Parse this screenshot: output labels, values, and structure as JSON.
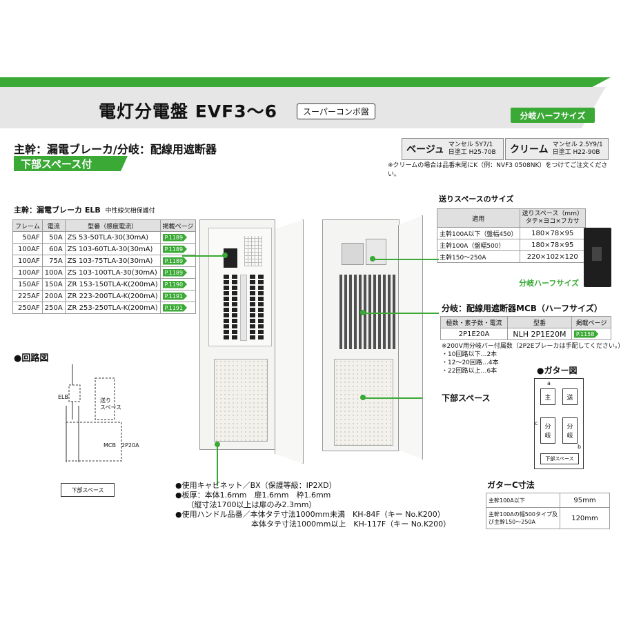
{
  "header": {
    "title": "電灯分電盤 EVF3〜6",
    "title_tag": "スーパーコンボ盤",
    "half_badge": "分岐ハーフサイズ",
    "subtitle": "主幹：漏電ブレーカ/分岐：配線用遮断器",
    "bottom_space_badge": "下部スペース付"
  },
  "colors": {
    "brand_green": "#3aa935",
    "beige": {
      "name": "ベージュ",
      "munsell": "マンセル 5Y7/1",
      "nikko": "日塗工 H25-70B"
    },
    "cream": {
      "name": "クリーム",
      "munsell": "マンセル 2.5Y9/1",
      "nikko": "日塗工 H22-90B"
    },
    "note": "※クリームの場合は品番末尾にK（例：NVF3 0508NK）をつけてご注文ください。"
  },
  "main_table": {
    "heading": "主幹：漏電ブレーカ ELB",
    "heading_small": "中性線欠相保護付",
    "columns": [
      "フレーム",
      "電流",
      "型番（感度電流）",
      "掲載ページ"
    ],
    "rows": [
      {
        "frame": "50AF",
        "current": "50A",
        "model": "ZS 53-50TLA-30(30mA)",
        "page": "P.1189"
      },
      {
        "frame": "100AF",
        "current": "60A",
        "model": "ZS 103-60TLA-30(30mA)",
        "page": "P.1189"
      },
      {
        "frame": "100AF",
        "current": "75A",
        "model": "ZS 103-75TLA-30(30mA)",
        "page": "P.1189"
      },
      {
        "frame": "100AF",
        "current": "100A",
        "model": "ZS 103-100TLA-30(30mA)",
        "page": "P.1189"
      },
      {
        "frame": "150AF",
        "current": "150A",
        "model": "ZR 153-150TLA-K(200mA)",
        "page": "P.1190"
      },
      {
        "frame": "225AF",
        "current": "200A",
        "model": "ZR 223-200TLA-K(200mA)",
        "page": "P.1191"
      },
      {
        "frame": "250AF",
        "current": "250A",
        "model": "ZR 253-250TLA-K(200mA)",
        "page": "P.1191"
      }
    ]
  },
  "feed_space": {
    "heading": "送りスペースのサイズ",
    "col_app": "適用",
    "col_size_1": "送りスペース（mm）",
    "col_size_2": "タテ×ヨコ×フカサ",
    "rows": [
      {
        "app": "主幹100A以下（盤幅450）",
        "size": "180×78×95"
      },
      {
        "app": "主幹100A（盤幅500）",
        "size": "180×78×95"
      },
      {
        "app": "主幹150〜250A",
        "size": "220×102×120"
      }
    ],
    "half_size_label": "分岐ハーフサイズ"
  },
  "branch": {
    "heading": "分岐：配線用遮断器MCB（ハーフサイズ）",
    "columns": [
      "極数・素子数・電流",
      "型番",
      "掲載ページ"
    ],
    "row": {
      "spec": "2P1E20A",
      "model": "NLH 2P1E20M",
      "page": "P.1158"
    },
    "notes": [
      "※200V用分岐バー付属数（2P2Eブレーカは手配してください。）",
      "・10回路以下…2本",
      "・12〜20回路…4本",
      "・22回路以上…6本"
    ]
  },
  "labels": {
    "bottom_space": "下部スペース",
    "circuit_heading": "●回路図",
    "gutter_heading": "●ガター図"
  },
  "circuit": {
    "elb": "ELB",
    "feed_1": "送り",
    "feed_2": "スペース",
    "mcb": "MCB　2P20A",
    "bottom_space": "下部スペース"
  },
  "gutter": {
    "a": "a",
    "b": "b",
    "c": "c",
    "main": "主",
    "feed": "送",
    "branch1": "分\n岐",
    "branch2": "分\n岐",
    "bottom": "下部スペース"
  },
  "gutter_c": {
    "heading": "ガターC寸法",
    "rows": [
      {
        "cond": "主幹100A以下",
        "value": "95mm"
      },
      {
        "cond": "主幹100Aの幅500タイプ及び主幹150〜250A",
        "value": "120mm"
      }
    ]
  },
  "specs": [
    "●使用キャビネット／BX（保護等級：IP2XD）",
    "●板厚：本体1.6mm　扉1.6mm　枠1.6mm",
    "　　（縦寸法1700以上は扉のみ2.3mm）",
    "●使用ハンドル品番／本体タテ寸法1000mm未満　KH-84F（キー No.K200）",
    "　　　　　　　　　　本体タテ寸法1000mm以上　KH-117F（キー No.K200）"
  ]
}
